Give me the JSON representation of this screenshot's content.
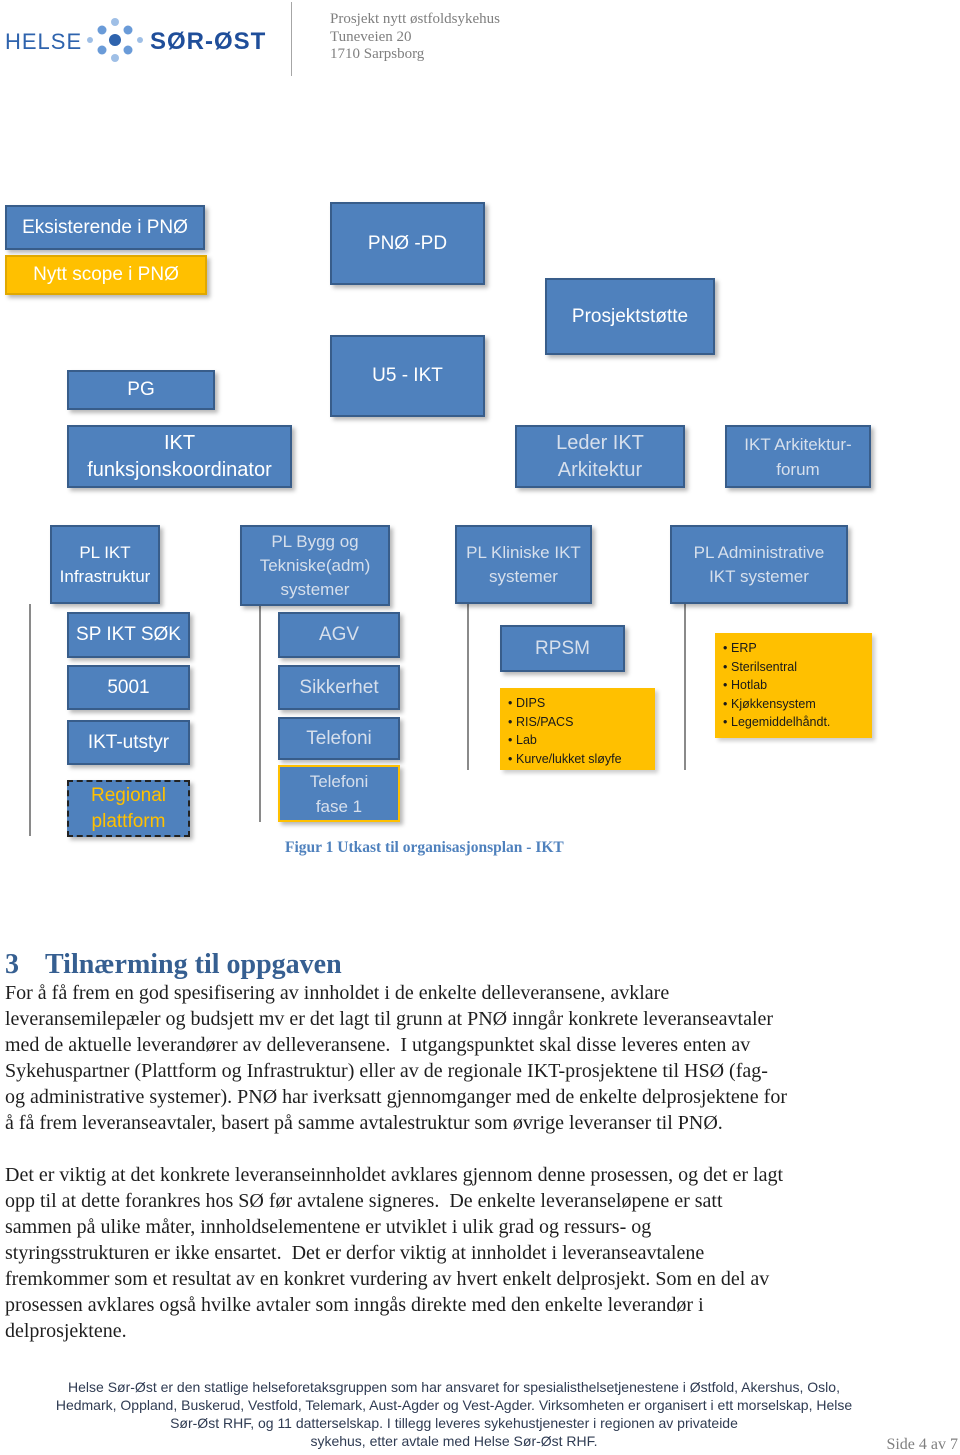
{
  "header": {
    "logo_left": "HELSE",
    "logo_right": "SØR-ØST",
    "logo_icon": "dot-cluster",
    "address": [
      "Prosjekt nytt østfoldsykehus",
      "Tuneveien 20",
      "1710 Sarpsborg"
    ]
  },
  "colors": {
    "existing": "#4f81bd",
    "existing_border": "#385d8a",
    "new_scope": "#ffc000",
    "heading": "#365f91",
    "caption": "#4f81bd"
  },
  "org_chart": {
    "legend": {
      "existing": "Eksisterende i PNØ",
      "new_scope": "Nytt scope i PNØ"
    },
    "leadership": {
      "pno_pd": "PNØ -PD",
      "prosjektstotte": "Prosjektstøtte",
      "pg": "PG",
      "u5_ikt": "U5 - IKT"
    },
    "coordination": {
      "funksjonskoordinator": "IKT\nfunksjonskoordinator",
      "leder_arkitektur": "Leder IKT\nArkitektur",
      "arkitekturforum": "IKT Arkitektur-\nforum"
    },
    "project_leads": [
      {
        "label": "PL IKT\nInfrastruktur",
        "items": [
          "SP IKT SØK",
          "5001",
          "IKT-utstyr",
          "Regional\nplattform"
        ]
      },
      {
        "label": "PL Bygg og\nTekniske(adm)\nsystemer",
        "items": [
          "AGV",
          "Sikkerhet",
          "Telefoni",
          "Telefoni\nfase 1"
        ]
      },
      {
        "label": "PL Kliniske IKT\nsystemer",
        "items": [
          "RPSM"
        ],
        "scope_list": [
          "DIPS",
          "RIS/PACS",
          "Lab",
          "Kurve/lukket sløyfe"
        ]
      },
      {
        "label": "PL Administrative\nIKT systemer",
        "scope_list": [
          "ERP",
          "Sterilsentral",
          "Hotlab",
          "Kjøkkensystem",
          "Legemiddelhåndt."
        ]
      }
    ]
  },
  "figure_caption": "Figur 1 Utkast til organisasjonsplan - IKT",
  "section": {
    "number": "3",
    "title": "Tilnærming til oppgaven"
  },
  "paragraphs": [
    {
      "lines": [
        "For å få frem en god spesifisering av innholdet i de enkelte delleveransene, avklare",
        "leveransemilepæler og budsjett mv er det lagt til grunn at PNØ inngår konkrete leveranseavtaler",
        "med de aktuelle leverandører av delleveransene.  I utgangspunktet skal disse leveres enten av",
        "Sykehuspartner (Plattform og Infrastruktur) eller av de regionale IKT-prosjektene til HSØ (fag-",
        "og administrative systemer). PNØ har iverksatt gjennomganger med de enkelte delprosjektene for",
        "å få frem leveranseavtaler, basert på samme avtalestruktur som øvrige leveranser til PNØ."
      ]
    },
    {
      "lines": [
        "Det er viktig at det konkrete leveranseinnholdet avklares gjennom denne prosessen, og det er lagt",
        "opp til at dette forankres hos SØ før avtalene signeres.  De enkelte leveranseløpene er satt",
        "sammen på ulike måter, innholdselementene er utviklet i ulik grad og ressurs- og",
        "styringsstrukturen er ikke ensartet.  Det er derfor viktig at innholdet i leveranseavtalene",
        "fremkommer som et resultat av en konkret vurdering av hvert enkelt delprosjekt. Som en del av",
        "prosessen avklares også hvilke avtaler som inngås direkte med den enkelte leverandør i",
        "delprosjektene."
      ]
    }
  ],
  "footer": {
    "lines": [
      "Helse Sør-Øst er den statlige helseforetaksgruppen som har ansvaret for spesialisthelsetjenestene i Østfold, Akershus, Oslo,",
      "Hedmark, Oppland, Buskerud, Vestfold, Telemark, Aust-Agder og Vest-Agder. Virksomheten er organisert i ett morselskap, Helse",
      "Sør-Øst RHF, og 11 datterselskap. I tillegg leveres sykehustjenester i regionen av privateide",
      "sykehus, etter avtale med Helse Sør-Øst RHF."
    ],
    "page_number": "Side 4 av 7"
  }
}
